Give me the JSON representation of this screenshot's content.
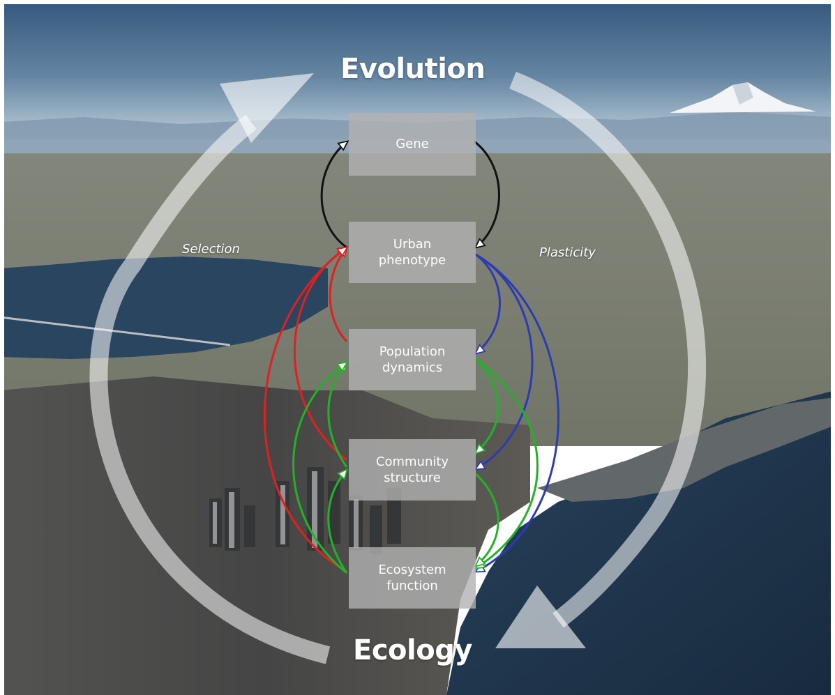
{
  "diagram": {
    "top_label": "Evolution",
    "bottom_label": "Ecology",
    "left_label": "Selection",
    "right_label": "Plasticity",
    "nodes": {
      "gene": [
        "Gene"
      ],
      "phenotype": [
        "Urban",
        "phenotype"
      ],
      "population": [
        "Population",
        "dynamics"
      ],
      "community": [
        "Community",
        "structure"
      ],
      "ecosystem": [
        "Ecosystem",
        "function"
      ]
    },
    "arrow_colors": {
      "gene_loop": "#111111",
      "selection": "#e02020",
      "plasticity": "#2c3cb0",
      "ecological": "#25b02a"
    }
  },
  "background": {
    "sky_top": "#2b4f77",
    "sky_horizon": "#b9cbd6",
    "water": "#0c1f33",
    "land": "#6a6e60",
    "city": "#3c3c3c",
    "mountain": "#f2f4f7"
  }
}
